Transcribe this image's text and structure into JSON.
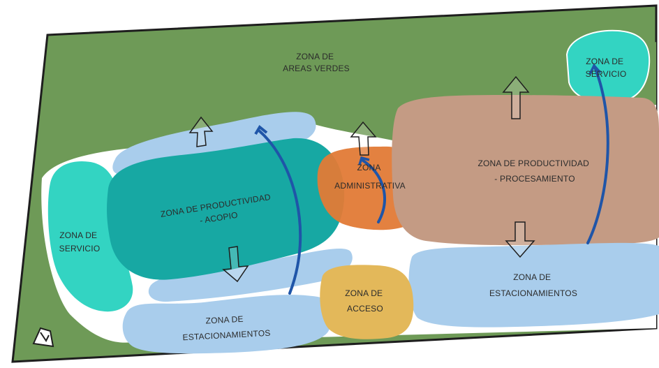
{
  "zones": {
    "areas_verdes": [
      "ZONA DE",
      "AREAS VERDES"
    ],
    "servicio_right": [
      "ZONA DE",
      "SERVICIO"
    ],
    "servicio_left": [
      "ZONA DE",
      "SERVICIO"
    ],
    "productividad_acopio": [
      "ZONA DE PRODUCTIVIDAD",
      "- ACOPIO"
    ],
    "administrativa": [
      "ZONA",
      "ADMINISTRATIVA"
    ],
    "productividad_procesamiento": [
      "ZONA DE PRODUCTIVIDAD",
      "- PROCESAMIENTO"
    ],
    "estacionamientos_right": [
      "ZONA DE",
      "ESTACIONAMIENTOS"
    ],
    "acceso": [
      "ZONA DE",
      "ACCESO"
    ],
    "estacionamientos_left": [
      "ZONA DE",
      "ESTACIONAMIENTOS"
    ]
  },
  "colors": {
    "green": "#6e9a57",
    "teal_light": "#33d4c2",
    "teal_dark": "#17a8a3",
    "blue_light": "#a9cdec",
    "orange": "#e27a36",
    "brown": "#c49b84",
    "yellow": "#e3b85a",
    "arrow_blue": "#1f55a8"
  }
}
